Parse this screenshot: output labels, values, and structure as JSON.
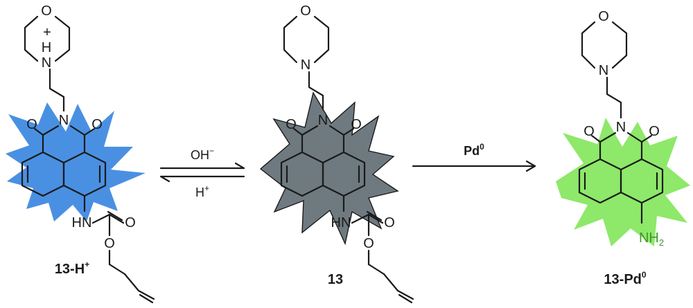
{
  "colors": {
    "protonated_burst": "#4a90e2",
    "neutral_burst": "#6f7a80",
    "product_burst": "#8ee86a",
    "amine_text": "#3a9a25",
    "ink": "#1a1a1a"
  },
  "compounds": [
    {
      "label": "13-H",
      "label_sup": "+",
      "atoms": {
        "ring_o": "O",
        "ring_n": "N",
        "ring_h": "H",
        "ring_charge": "+",
        "imide_n": "N",
        "carbonyl_left": "O",
        "carbonyl_right": "O",
        "carbamate_nh": "HN",
        "carbamate_o": "O",
        "ester_o": "O"
      }
    },
    {
      "label": "13",
      "atoms": {
        "ring_o": "O",
        "ring_n": "N",
        "imide_n": "N",
        "carbonyl_left": "O",
        "carbonyl_right": "O",
        "carbamate_nh": "HN",
        "carbamate_o": "O",
        "ester_o": "O"
      }
    },
    {
      "label": "13-Pd",
      "label_sup": "0",
      "atoms": {
        "ring_o": "O",
        "ring_n": "N",
        "imide_n": "N",
        "carbonyl_left": "O",
        "carbonyl_right": "O",
        "amine": "NH",
        "amine_sub": "2"
      }
    }
  ],
  "arrows": {
    "equilibrium": {
      "top": "OH",
      "top_sup": "−",
      "bottom": "H",
      "bottom_sup": "+"
    },
    "reaction": {
      "reagent": "Pd",
      "reagent_sup": "0"
    }
  }
}
